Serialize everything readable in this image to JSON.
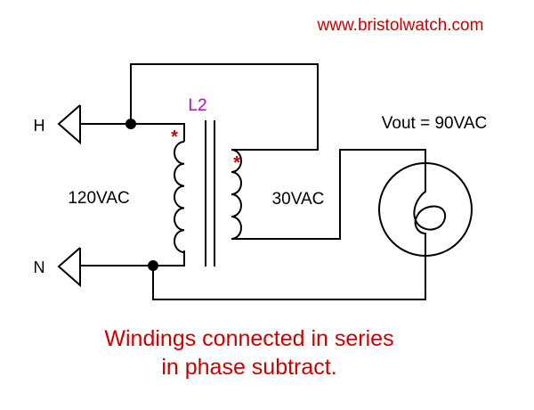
{
  "site_url": "www.bristolwatch.com",
  "labels": {
    "hot": "H",
    "neutral": "N",
    "transformer": "L2",
    "primary_voltage": "120VAC",
    "secondary_voltage": "30VAC",
    "output": "Vout = 90VAC",
    "dot_primary": "*",
    "dot_secondary": "*"
  },
  "caption": {
    "line1": "Windings connected in series",
    "line2": "in phase subtract."
  },
  "colors": {
    "url": "#cc0000",
    "caption": "#cc0000",
    "transformer_label": "#cc00cc",
    "phase_dot": "#cc0000",
    "wire": "#000000"
  }
}
